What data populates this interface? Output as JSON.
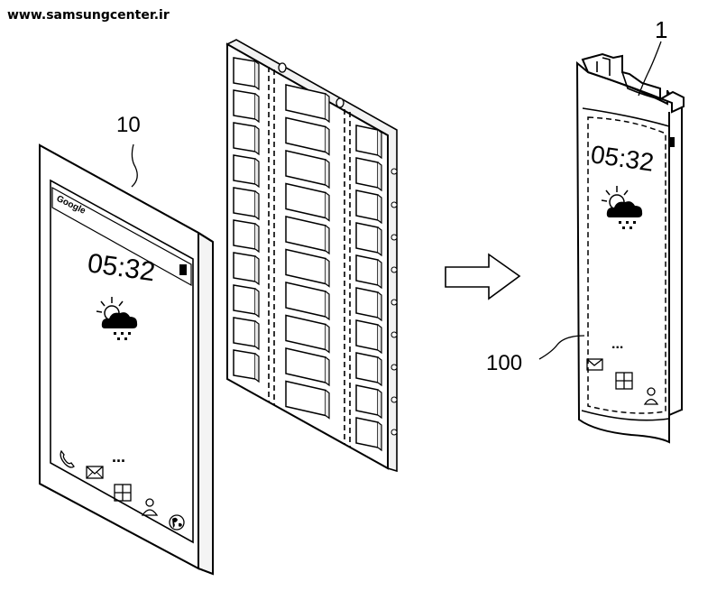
{
  "watermark": "www.samsungcenter.ir",
  "labels": {
    "flat_device": "10",
    "rolled_device": "1",
    "rolled_display": "100"
  },
  "flat_screen": {
    "search_bar": "Google",
    "time": "05:32",
    "dots": "...",
    "icons": [
      "phone-icon",
      "mail-icon",
      "grid-icon",
      "person-icon",
      "globe-icon"
    ]
  },
  "rolled_screen": {
    "time": "05:32",
    "dots": "...",
    "icons": [
      "mail-icon",
      "grid-icon",
      "person-icon"
    ]
  }
}
